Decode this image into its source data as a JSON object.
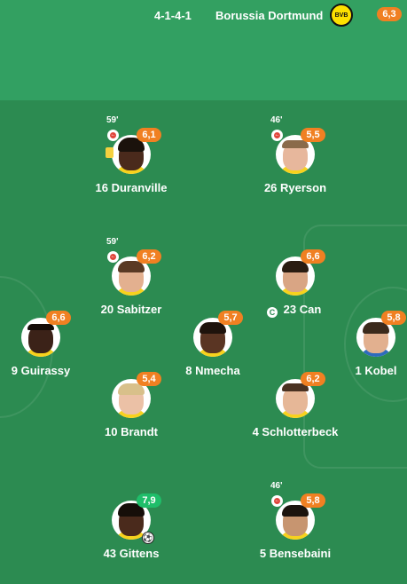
{
  "header": {
    "formation": "4-1-4-1",
    "team": "Borussia Dortmund",
    "crest_text": "BVB",
    "team_rating": "6,3"
  },
  "players": [
    {
      "name": "16 Duranville",
      "rating": "6,1",
      "sub_minute": "59'",
      "has_card": true
    },
    {
      "name": "26 Ryerson",
      "rating": "5,5",
      "sub_minute": "46'"
    },
    {
      "name": "20 Sabitzer",
      "rating": "6,2",
      "sub_minute": "59'"
    },
    {
      "name": "23 Can",
      "rating": "6,6",
      "captain": "C"
    },
    {
      "name": "9 Guirassy",
      "rating": "6,6"
    },
    {
      "name": "8 Nmecha",
      "rating": "5,7"
    },
    {
      "name": "1 Kobel",
      "rating": "5,8"
    },
    {
      "name": "10 Brandt",
      "rating": "5,4"
    },
    {
      "name": "4 Schlotterbeck",
      "rating": "6,2"
    },
    {
      "name": "43 Gittens",
      "rating": "7,9",
      "goal": true
    },
    {
      "name": "5 Bensebaini",
      "rating": "5,8",
      "sub_minute": "46'"
    }
  ],
  "colors": {
    "rating_orange": "#f08022",
    "rating_green": "#1fbe6a",
    "pitch": "#2c8b51"
  }
}
